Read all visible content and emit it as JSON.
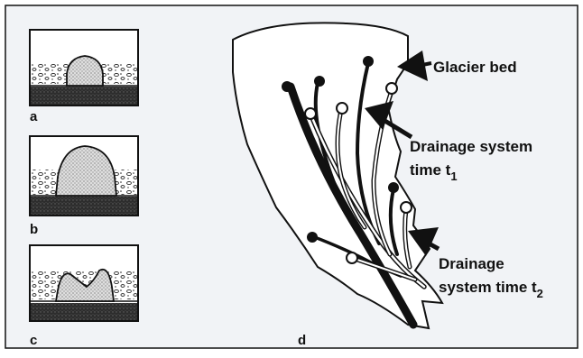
{
  "panels": {
    "a": {
      "letter": "a"
    },
    "b": {
      "letter": "b"
    },
    "c": {
      "letter": "c"
    },
    "d": {
      "letter": "d"
    }
  },
  "labels": {
    "glacier_bed": "Glacier bed",
    "drainage_t1_line1": "Drainage system",
    "drainage_t1_line2": "time t",
    "drainage_t1_sub": "1",
    "drainage_t2_line1": "Drainage",
    "drainage_t2_line2": "system time t",
    "drainage_t2_sub": "2"
  },
  "colors": {
    "outline": "#111111",
    "background_tint": "#f1f3f6",
    "sediment_dark": "#2a2a2a",
    "stipple_fill": "#d9d9d9"
  }
}
